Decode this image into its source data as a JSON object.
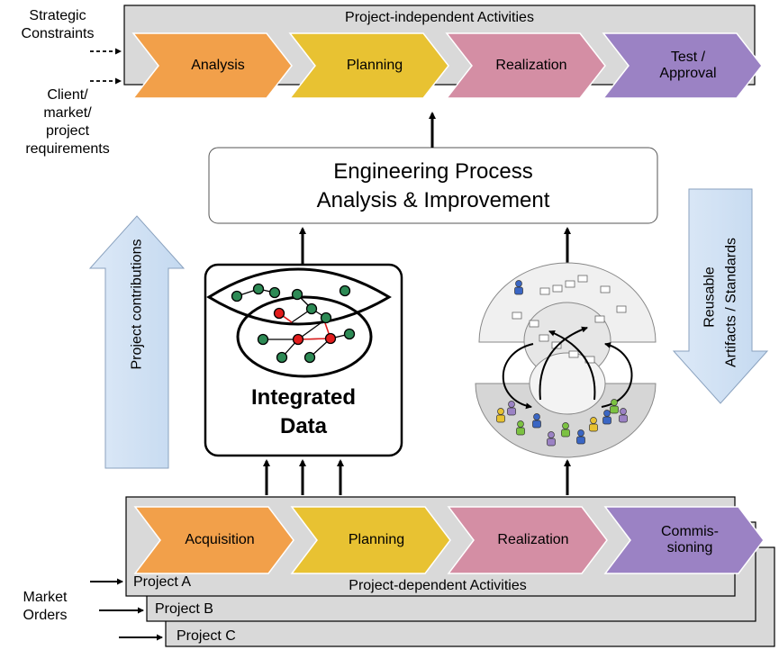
{
  "top_box": {
    "title": "Project-independent Activities",
    "steps": [
      {
        "label": "Analysis",
        "color": "#f2a04a"
      },
      {
        "label": "Planning",
        "color": "#e8c232"
      },
      {
        "label": "Realization",
        "color": "#d48ea4"
      },
      {
        "label": "Test /\nApproval",
        "color": "#9b82c4"
      }
    ]
  },
  "left_inputs": {
    "strategic": "Strategic\nConstraints",
    "client": "Client/\nmarket/\nproject\nrequirements"
  },
  "engineering_box": {
    "line1": "Engineering Process",
    "line2": "Analysis & Improvement"
  },
  "side_arrows": {
    "left": "Project contributions",
    "right_line1": "Reusable",
    "right_line2": "Artifacts / Standards"
  },
  "integrated_data": {
    "line1": "Integrated",
    "line2": "Data"
  },
  "bottom_box": {
    "title": "Project-dependent Activities",
    "steps": [
      {
        "label": "Acquisition",
        "color": "#f2a04a"
      },
      {
        "label": "Planning",
        "color": "#e8c232"
      },
      {
        "label": "Realization",
        "color": "#d48ea4"
      },
      {
        "label": "Commis-\nsioning",
        "color": "#9b82c4"
      }
    ],
    "projects": [
      "Project A",
      "Project B",
      "Project C"
    ],
    "market_orders": "Market\nOrders"
  }
}
